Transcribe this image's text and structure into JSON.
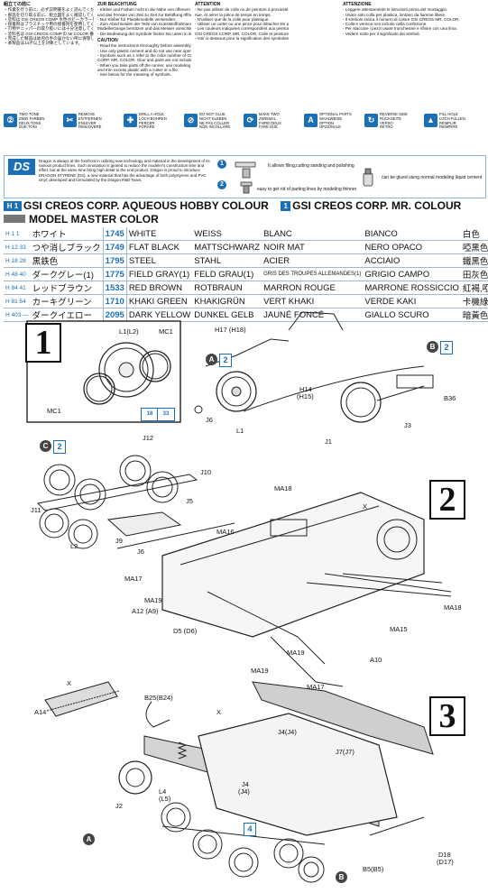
{
  "notes": {
    "japanese_heading": "組立ての前に",
    "japanese_lines": [
      "・作業を行う前に、必ず説明書をよく読んでください。",
      "・部品を切り取る前に、組立図をよく確認してください。",
      "・塗料は GSI CREOS COMP 水性ホビーカラーを使用してください。",
      "・接着剤はプラスチック用の接着剤を使用してください。",
      "・刃物やニッパーの取り扱いには十分注意してください。",
      "・塗料名は GSI CREOS COMP.の Mr.COLOR 番号を表示。",
      "・完成した製品は幼児の手の届かない所に保管してください。",
      "・本製品は14才以上を対象としています。"
    ],
    "german_heading": "ZUR BEACHTUNG",
    "german_lines": [
      "- Kleber und Farben nicht in die Nähe von offenem Feuer verwenden",
      "  und das Fenster von Zeit zu Zeit zur Belüftung öffnen.",
      "- Nur Kleber für Plastikmodelle verwenden.",
      "- Zum Abschneiden der Teile von Kunststoffrahmen eine",
      "  Modellierzange benützen und das Messer vorsichtig handhaben.",
      "- Die Bedeutung der Symbole finden Sie unten in der Liste."
    ],
    "english_heading": "CAUTION",
    "english_lines": [
      "- Read the instructions thoroughly before assembly.",
      "- Use only plastic cement and do not use near open flame.",
      "- Symbols such as 1 refer to the color number of GSI CREOS",
      "  CORP. MR. COLOR. Glue and paint are not included.",
      "- When you take parts off the runner, use modeling scissors",
      "  and trim excess plastic with a cutter or a file.",
      "- See below for the meaning of symbols."
    ],
    "french_heading": "ATTENTION",
    "french_lines": [
      "- Ne pas utiliser de colle ou de peinture à proximité d'une flamme",
      "  nue, et aérer la pièce de temps en temps.",
      "- N'utiliser que de la colle pour plastique.",
      "- Utiliser un cutter ou une pince pour détacher les pièces de la grappe.",
      "- Les couleurs indiquées correspondent aux peintures",
      "  GSI CREOS CORP. MR. COLOR. Colle et peinture non fournies.",
      "- Voir ci-dessous pour la signification des symboles."
    ],
    "italian_heading": "ATTENZIONE",
    "italian_lines": [
      "- Leggere attentamente le istruzioni prima del montaggio.",
      "- Usare solo colla per plastica, lontano da fiamme libere.",
      "- Il simbolo indica il numero di colore GSI CREOS MR. COLOR.",
      "- Colla e vernice non incluse nella confezione.",
      "- Per staccare i pezzi usare tronchesine e rifinire con una lima.",
      "- Vedere sotto per il significato dei simboli."
    ]
  },
  "symbols": [
    {
      "glyph": "②",
      "en": "TWO TONE",
      "de": "ZWEI FARBEN",
      "fr": "DEUX TONS",
      "it": "DUE TONI"
    },
    {
      "glyph": "✂",
      "en": "REMOVE",
      "de": "ENTFERNEN",
      "fr": "ENLEVER",
      "it": "RIMUOVERE"
    },
    {
      "glyph": "✚",
      "en": "DRILL A HOLE",
      "de": "LOCH BOHREN",
      "fr": "PERCER",
      "it": "FORARE"
    },
    {
      "glyph": "⊘",
      "en": "DO NOT GLUE",
      "de": "NICHT KLEBEN",
      "fr": "NE PAS COLLER",
      "it": "NON INCOLLARE"
    },
    {
      "glyph": "⟳",
      "en": "MAKE TWO",
      "de": "ZWEIMAL",
      "fr": "FAIRE DEUX",
      "it": "FARE DUE"
    },
    {
      "glyph": "A",
      "en": "OPTIONAL PARTS",
      "de": "WAHLWEISE",
      "fr": "OPTION",
      "it": "OPZIONALE"
    },
    {
      "glyph": "↻",
      "en": "REVERSE SIDE",
      "de": "RÜCKSEITE",
      "fr": "VERSO",
      "it": "RETRO"
    },
    {
      "glyph": "▲",
      "en": "FILL HOLE",
      "de": "LOCH FÜLLEN",
      "fr": "REMPLIR",
      "it": "RIEMPIRE"
    }
  ],
  "ds": {
    "logo": "DS",
    "text": "Dragon is always at the forefront in utilizing new technology and material in the development of its various product lines. Such innovation is geared to reduce the modeler's construction time and effort, but at the same time bring high detail to the end product. Dragon is proud to introduce DRAGON STYRENE (DS), a new material that has the advantage of both polystyrene and PVC vinyl, developed and formulated by the Dragon R&D Team.",
    "note1": "It allows filing,cutting sanding and polishing",
    "note2": "easy to get rid of parting lines by modeling thinner",
    "note3": "can be glued using normal modeling liquid cement",
    "num1": "1",
    "num2": "2"
  },
  "colour_header": {
    "aqueous_badge": "H 1",
    "aqueous": "GSI CREOS CORP. AQUEOUS HOBBY COLOUR",
    "mr_badge": "1",
    "mr": "GSI CREOS CORP. MR. COLOUR",
    "model_master": "MODEL MASTER COLOR"
  },
  "colours": [
    {
      "codes": "H 1  1",
      "jp": "ホワイト",
      "num": "1745",
      "en": "WHITE",
      "de": "WEISS",
      "fr": "BLANC",
      "it": "BIANCO",
      "cn": "白色"
    },
    {
      "codes": "H 12  33",
      "jp": "つや消しブラック",
      "num": "1749",
      "en": "FLAT BLACK",
      "de": "MATTSCHWARZ",
      "fr": "NOIR MAT",
      "it": "NERO OPACO",
      "cn": "啞黑色"
    },
    {
      "codes": "H 18  28",
      "jp": "黒鉄色",
      "num": "1795",
      "en": "STEEL",
      "de": "STAHL",
      "fr": "ACIER",
      "it": "ACCIAIO",
      "cn": "鐵黑色"
    },
    {
      "codes": "H 48  40",
      "jp": "ダークグレー(1)",
      "num": "1775",
      "en": "FIELD GRAY(1)",
      "de": "FELD GRAU(1)",
      "fr": "GRIS DES TROUPES ALLEMANDES(1)",
      "it": "GRIGIO CAMPO",
      "cn": "田灰色"
    },
    {
      "codes": "H 84  41",
      "jp": "レッドブラウン",
      "num": "1533",
      "en": "RED BROWN",
      "de": "ROTBRAUN",
      "fr": "MARRON ROUGE",
      "it": "MARRONE ROSSICCIO",
      "cn": "紅褐,啞紅色"
    },
    {
      "codes": "H 81  54",
      "jp": "カーキグリーン",
      "num": "1710",
      "en": "KHAKI GREEN",
      "de": "KHAKIGRÜN",
      "fr": "VERT KHAKI",
      "it": "VERDE KAKI",
      "cn": "卡機綠色"
    },
    {
      "codes": "H 403  —",
      "jp": "ダークイエロー",
      "num": "2095",
      "en": "DARK YELLOW",
      "de": "DUNKEL GELB",
      "fr": "JAUNÉ FONCÉ",
      "it": "GIALLO SCURO",
      "cn": "暗黃色"
    }
  ],
  "steps": {
    "s1": "1",
    "s2": "2",
    "s3": "3"
  },
  "markers": {
    "A": "A",
    "B": "B",
    "C": "C",
    "two": "2",
    "four": "4",
    "num18": "18",
    "num33": "33"
  },
  "part_labels": {
    "L1L2": "L1(L2)",
    "MC1a": "MC1",
    "MC1b": "MC1",
    "H17": "H17 (H18)",
    "H14": "H14",
    "H15": "(H15)",
    "J6a": "J6",
    "L1": "L1",
    "J1": "J1",
    "J3": "J3",
    "B36": "B36",
    "J12": "J12",
    "J10": "J10",
    "J11": "J11",
    "J5": "J5",
    "J9": "J9",
    "J6b": "J6",
    "L2": "L2",
    "MA18a": "MA18",
    "X1": "X",
    "MA16": "MA16",
    "MA17": "MA17",
    "MA19a": "MA19",
    "A12": "A12 (A9)",
    "D5": "D5 (D6)",
    "MA15": "MA15",
    "MA18b": "MA18",
    "MA19b": "MA19",
    "MA19c": "MA19",
    "A10": "A10",
    "MA17b": "MA17",
    "X2": "X",
    "A14": "A14",
    "B25": "B25(B24)",
    "X3": "X",
    "J4a": "J4(J4)",
    "J7": "J7(J7)",
    "J2": "J2",
    "L4": "L4",
    "L5": "(L5)",
    "J4b": "J4",
    "J4c": "(J4)",
    "D18": "D18",
    "D17": "(D17)",
    "B5": "B5(B5)"
  }
}
